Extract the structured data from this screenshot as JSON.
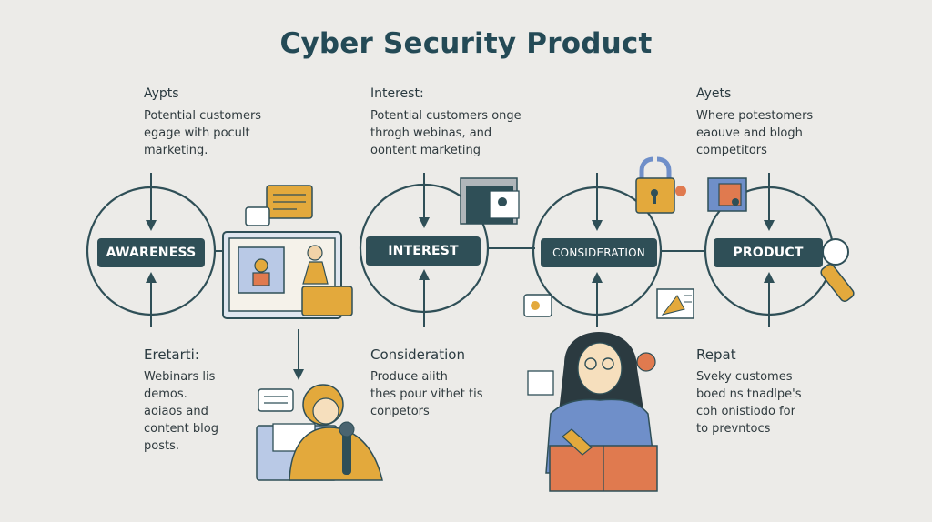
{
  "title": "Cyber Security Product",
  "stages": [
    {
      "label": "AWARENESS"
    },
    {
      "label": "INTEREST"
    },
    {
      "label": "CONSIDERATION"
    },
    {
      "label": "PRODUCT"
    }
  ],
  "top_blocks": [
    {
      "heading": "Aypts",
      "lines": [
        "Potential customers",
        "egage with pocult",
        "marketing."
      ]
    },
    {
      "heading": "Interest:",
      "lines": [
        "Potential customers onge",
        "throgh webinas, and",
        "oontent marketing"
      ]
    },
    {
      "heading": "Ayets",
      "lines": [
        "Where potestomers",
        "eaouve and blogh",
        "competitors"
      ]
    }
  ],
  "bottom_blocks": [
    {
      "heading": "Eretarti:",
      "lines": [
        "Webinars lis",
        "demos.",
        "aoiaos and",
        "content blog",
        "posts."
      ]
    },
    {
      "heading": "Consideration",
      "lines": [
        "Produce aiith",
        "thes pour vithet tis",
        "conpetors"
      ]
    },
    {
      "heading": "Repat",
      "lines": [
        "Sveky customes",
        "boed ns tnadlpe's",
        "coh onistiodo for",
        "to prevntocs"
      ]
    }
  ],
  "colors": {
    "background": "#ecebe8",
    "navy": "#2f4f57",
    "title": "#244a56",
    "accent_yellow": "#e3a93c",
    "accent_orange": "#e07a4f",
    "accent_blue": "#6f8fc9"
  },
  "icons": [
    "laptop-meeting-icon",
    "chat-bubble-icon",
    "presenter-icon",
    "video-call-icon",
    "padlock-icon",
    "shield-doc-icon",
    "magnifier-icon",
    "analyst-woman-icon",
    "document-icon"
  ]
}
